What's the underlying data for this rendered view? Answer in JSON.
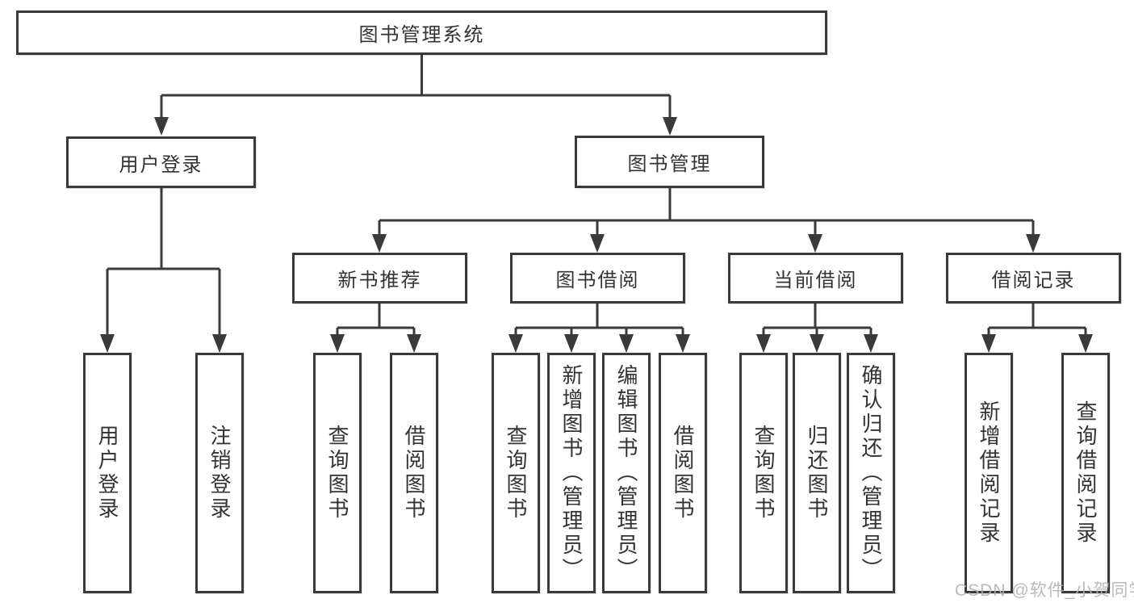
{
  "watermark": "CSDN @软件_小贺同学",
  "colors": {
    "line": "#3a3a3a",
    "text": "#333333",
    "background": "#ffffff",
    "watermark": "#b2b2b2"
  },
  "root": {
    "label": "图书管理系统",
    "children": [
      {
        "label": "用户登录",
        "children": [
          {
            "label": "用户登录"
          },
          {
            "label": "注销登录"
          }
        ]
      },
      {
        "label": "图书管理",
        "children": [
          {
            "label": "新书推荐",
            "children": [
              {
                "label": "查询图书"
              },
              {
                "label": "借阅图书"
              }
            ]
          },
          {
            "label": "图书借阅",
            "children": [
              {
                "label": "查询图书"
              },
              {
                "label": "新增图书（管理员）"
              },
              {
                "label": "编辑图书（管理员）"
              },
              {
                "label": "借阅图书"
              }
            ]
          },
          {
            "label": "当前借阅",
            "children": [
              {
                "label": "查询图书"
              },
              {
                "label": "归还图书"
              },
              {
                "label": "确认归还（管理员）"
              }
            ]
          },
          {
            "label": "借阅记录",
            "children": [
              {
                "label": "新增借阅记录"
              },
              {
                "label": "查询借阅记录"
              }
            ]
          }
        ]
      }
    ]
  }
}
